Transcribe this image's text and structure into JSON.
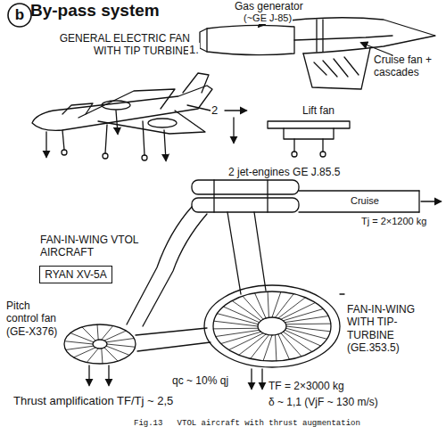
{
  "diagram": {
    "title": "By-pass system",
    "caption": "Fig.13   VTOL aircraft with thrust augmentation",
    "nodes": [
      {
        "text": [
          "b"
        ]
      },
      {
        "text": [
          "RYAN XV-5A"
        ]
      }
    ],
    "labels": [
      "GENERAL ELECTRIC FAN WITH TIP TURBINE",
      "Gas generator",
      "(~GE J-85)",
      "1.",
      "Cruise fan + cascades",
      "2",
      "Lift fan",
      "2 jet-engines GE J.85.5",
      "Cruise",
      "Tj = 2×1200 kg",
      "FAN-IN-WING VTOL AIRCRAFT",
      "Pitch control fan (GE-X376)",
      "FAN-IN-WING WITH TIP-TURBINE (GE.353.5)",
      "qc ~ 10% qj",
      "Thrust amplification TF/Tj ~ 2,5",
      "TF = 2×3000 kg",
      "δ ~ 1,1 (VjF ~ 130 m/s)"
    ]
  }
}
